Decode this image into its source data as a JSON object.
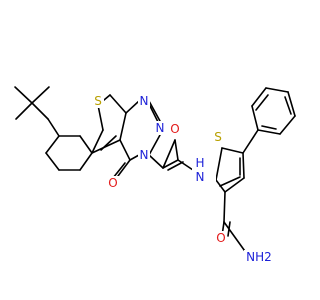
{
  "molecule": {
    "atoms": [
      {
        "label": "S",
        "element": "S"
      },
      {
        "label": "N",
        "element": "N"
      },
      {
        "label": "N",
        "element": "N"
      },
      {
        "label": "N",
        "element": "N"
      },
      {
        "label": "O",
        "element": "O"
      },
      {
        "label": "O",
        "element": "O"
      },
      {
        "label": "H",
        "element": "N"
      },
      {
        "label": "N",
        "element": "N"
      },
      {
        "label": "S",
        "element": "S"
      },
      {
        "label": "O",
        "element": "O"
      },
      {
        "label": "NH2",
        "element": "N"
      }
    ]
  },
  "colors": {
    "bond": "#000000",
    "S": "#b8a000",
    "N": "#1e22d8",
    "O": "#e31a1a",
    "background": "#ffffff"
  }
}
